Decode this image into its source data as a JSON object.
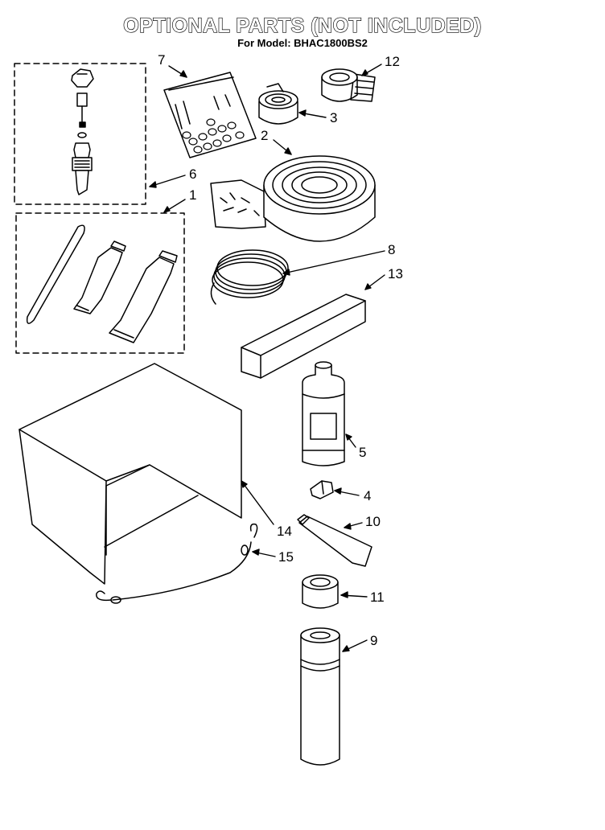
{
  "header": {
    "title": "OPTIONAL PARTS (NOT INCLUDED)",
    "subtitle": "For Model: BHAC1800BS2"
  },
  "callouts": [
    "7",
    "12",
    "3",
    "2",
    "6",
    "1",
    "8",
    "13",
    "5",
    "4",
    "10",
    "14",
    "15",
    "11",
    "9"
  ]
}
